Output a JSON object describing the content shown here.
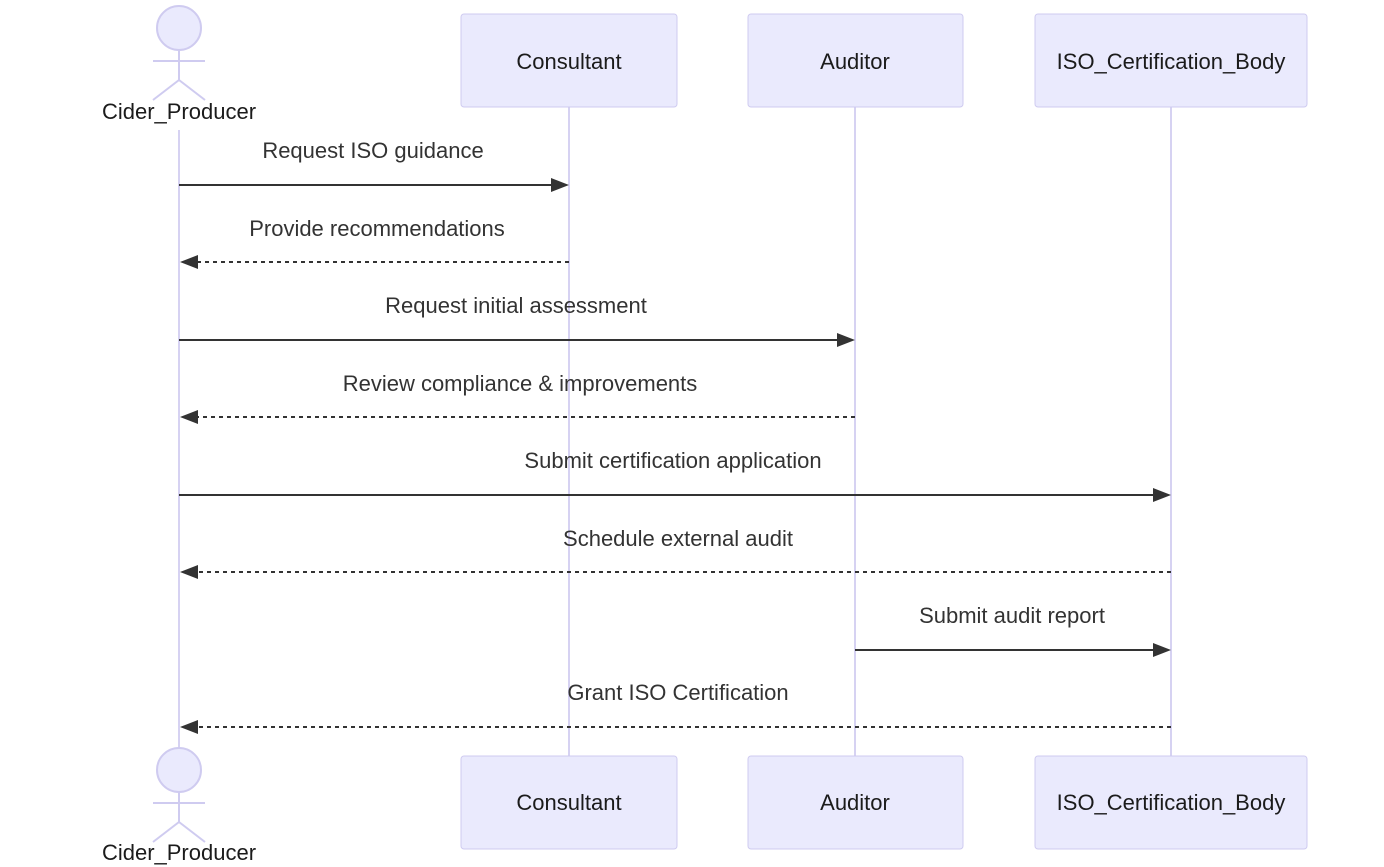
{
  "participants": [
    {
      "id": "cider_producer",
      "label": "Cider_Producer",
      "kind": "actor-figure"
    },
    {
      "id": "consultant",
      "label": "Consultant",
      "kind": "box"
    },
    {
      "id": "auditor",
      "label": "Auditor",
      "kind": "box"
    },
    {
      "id": "iso_body",
      "label": "ISO_Certification_Body",
      "kind": "box"
    }
  ],
  "messages": [
    {
      "from": "cider_producer",
      "to": "consultant",
      "label": "Request ISO guidance",
      "style": "solid"
    },
    {
      "from": "consultant",
      "to": "cider_producer",
      "label": "Provide recommendations",
      "style": "dashed"
    },
    {
      "from": "cider_producer",
      "to": "auditor",
      "label": "Request initial assessment",
      "style": "solid"
    },
    {
      "from": "auditor",
      "to": "cider_producer",
      "label": "Review compliance & improvements",
      "style": "dashed"
    },
    {
      "from": "cider_producer",
      "to": "iso_body",
      "label": "Submit certification application",
      "style": "solid"
    },
    {
      "from": "iso_body",
      "to": "cider_producer",
      "label": "Schedule external audit",
      "style": "dashed"
    },
    {
      "from": "auditor",
      "to": "iso_body",
      "label": "Submit audit report",
      "style": "solid"
    },
    {
      "from": "iso_body",
      "to": "cider_producer",
      "label": "Grant ISO Certification",
      "style": "dashed"
    }
  ]
}
